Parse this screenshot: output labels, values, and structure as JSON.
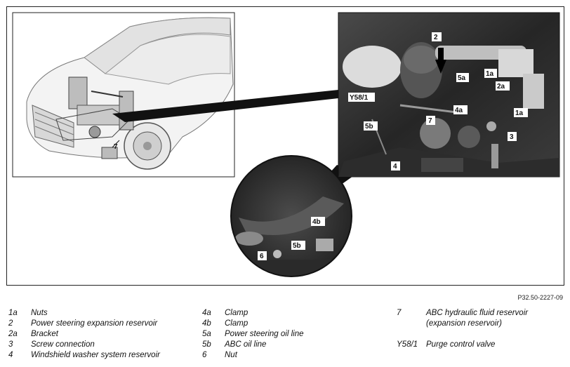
{
  "figure_code": "P32.50-2227-09",
  "callouts": {
    "c2": "2",
    "c1a_top": "1a",
    "c5a": "5a",
    "c2a": "2a",
    "y58": "Y58/1",
    "c4a": "4a",
    "c1a_right": "1a",
    "c7": "7",
    "c5b": "5b",
    "c3": "3",
    "c4": "4",
    "car7": "7",
    "c4b": "4b",
    "c6": "6",
    "c5b_detail": "5b"
  },
  "legend": {
    "col1": [
      {
        "key": "1a",
        "text": "Nuts"
      },
      {
        "key": "2",
        "text": "Power steering expansion reservoir"
      },
      {
        "key": "2a",
        "text": "Bracket"
      },
      {
        "key": "3",
        "text": "Screw connection"
      },
      {
        "key": "4",
        "text": "Windshield washer system reservoir"
      }
    ],
    "col2": [
      {
        "key": "4a",
        "text": "Clamp"
      },
      {
        "key": "4b",
        "text": "Clamp"
      },
      {
        "key": "5a",
        "text": "Power steering oil line"
      },
      {
        "key": "5b",
        "text": "ABC oil line"
      },
      {
        "key": "6",
        "text": "Nut"
      }
    ],
    "col3": [
      {
        "key": "7",
        "text": "ABC hydraulic fluid reservoir (expansion reservoir)"
      },
      {
        "key": "Y58/1",
        "text": "Purge control valve"
      }
    ]
  }
}
